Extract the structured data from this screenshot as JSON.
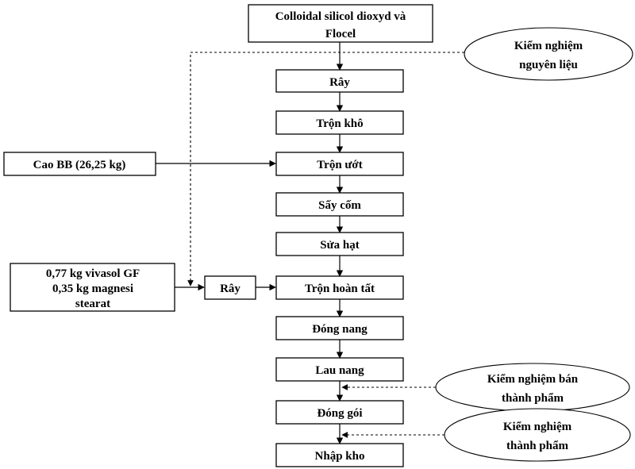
{
  "source_box": {
    "line1": "Colloidal silicol dioxyd và",
    "line2": "Flocel"
  },
  "steps": {
    "ray": "Rây",
    "tron_kho": "Trộn khô",
    "tron_uot": "Trộn ướt",
    "say_com": "Sấy cốm",
    "sua_hat": "Sửa hạt",
    "tron_hoan_tat": "Trộn hoàn tất",
    "dong_nang": "Đóng nang",
    "lau_nang": "Lau nang",
    "dong_goi": "Đóng gói",
    "nhap_kho": "Nhập kho"
  },
  "inputs": {
    "cao_bb": "Cao BB (26,25 kg)",
    "excipient_line1": "0,77 kg vivasol GF",
    "excipient_line2": "0,35 kg magnesi",
    "excipient_line3": "stearat",
    "side_ray": "Rây"
  },
  "qc": {
    "raw_line1": "Kiểm nghiệm",
    "raw_line2": "nguyên liệu",
    "semi_line1": "Kiểm nghiệm bán",
    "semi_line2": "thành phẩm",
    "final_line1": "Kiểm nghiệm",
    "final_line2": "thành phẩm"
  },
  "colors": {
    "stroke": "#000000",
    "fill": "#ffffff"
  }
}
